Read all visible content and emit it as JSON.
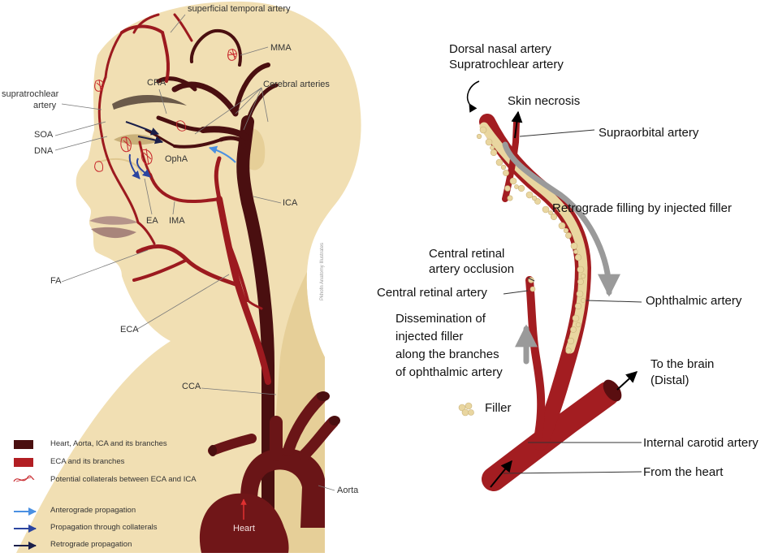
{
  "left_panel": {
    "labels": {
      "superficial_temporal": "superficial temporal artery",
      "mma": "MMA",
      "cerebral": "Cerebral arteries",
      "cra": "CRA",
      "supratrochlear_line1": "supratrochlear",
      "supratrochlear_line2": "artery",
      "soa": "SOA",
      "dna": "DNA",
      "opha": "OphA",
      "ica": "ICA",
      "ea": "EA",
      "ima": "IMA",
      "fa": "FA",
      "eca": "ECA",
      "cca": "CCA",
      "aorta": "Aorta",
      "heart": "Heart"
    },
    "credit": "Pkhofn Anatomy Illustrates",
    "legend": [
      {
        "key": "heart_ica",
        "label": "Heart, Aorta, ICA and its branches",
        "color": "#4a0f10"
      },
      {
        "key": "eca",
        "label": "ECA and its branches",
        "color": "#b21e23"
      },
      {
        "key": "collaterals",
        "label": "Potential collaterals between ECA and ICA",
        "color": "#c8282d"
      },
      {
        "key": "anterograde",
        "label": "Anterograde propagation",
        "color": "#4a90e2"
      },
      {
        "key": "collateral_prop",
        "label": "Propagation through collaterals",
        "color": "#2b45a0"
      },
      {
        "key": "retrograde",
        "label": "Retrograde propagation",
        "color": "#1a1f4a"
      }
    ]
  },
  "right_panel": {
    "labels": {
      "dorsal_nasal": "Dorsal nasal artery",
      "supratrochlear": "Supratrochlear artery",
      "skin_necrosis": "Skin necrosis",
      "supraorbital": "Supraorbital artery",
      "retrograde": "Retrograde filling by injected filler",
      "crao_line1": "Central retinal",
      "crao_line2": "artery occlusion",
      "central_retinal": "Central retinal artery",
      "ophthalmic": "Ophthalmic artery",
      "dissem_line1": "Dissemination of",
      "dissem_line2": "injected filler",
      "dissem_line3": "along the branches",
      "dissem_line4": "of ophthalmic artery",
      "to_brain_line1": "To the brain",
      "to_brain_line2": "(Distal)",
      "filler": "Filler",
      "internal_carotid": "Internal carotid artery",
      "from_heart": "From the heart"
    }
  },
  "colors": {
    "skin": "#f1dfb3",
    "skin_shadow": "#e6cf98",
    "dark_artery": "#4a0f10",
    "eca_artery": "#9c1a1f",
    "right_artery": "#a31d21",
    "filler": "#e9d6a0",
    "gray_arrow": "#9a9a9a",
    "lip": "#b5948a",
    "brow": "#6b5a4a"
  }
}
